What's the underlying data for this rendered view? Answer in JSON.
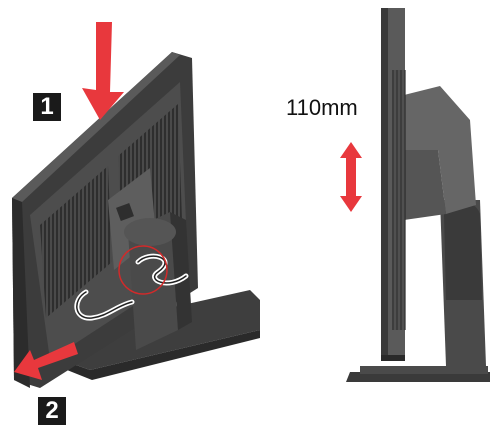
{
  "steps": {
    "step1": "1",
    "step2": "2"
  },
  "height_adjust": {
    "label": "110mm"
  },
  "colors": {
    "arrow": "#e8383d",
    "monitor_dark": "#3c3c3c",
    "monitor_mid": "#5a5a5a",
    "monitor_light": "#7a7a7a",
    "highlight_circle": "#d22a2a"
  }
}
